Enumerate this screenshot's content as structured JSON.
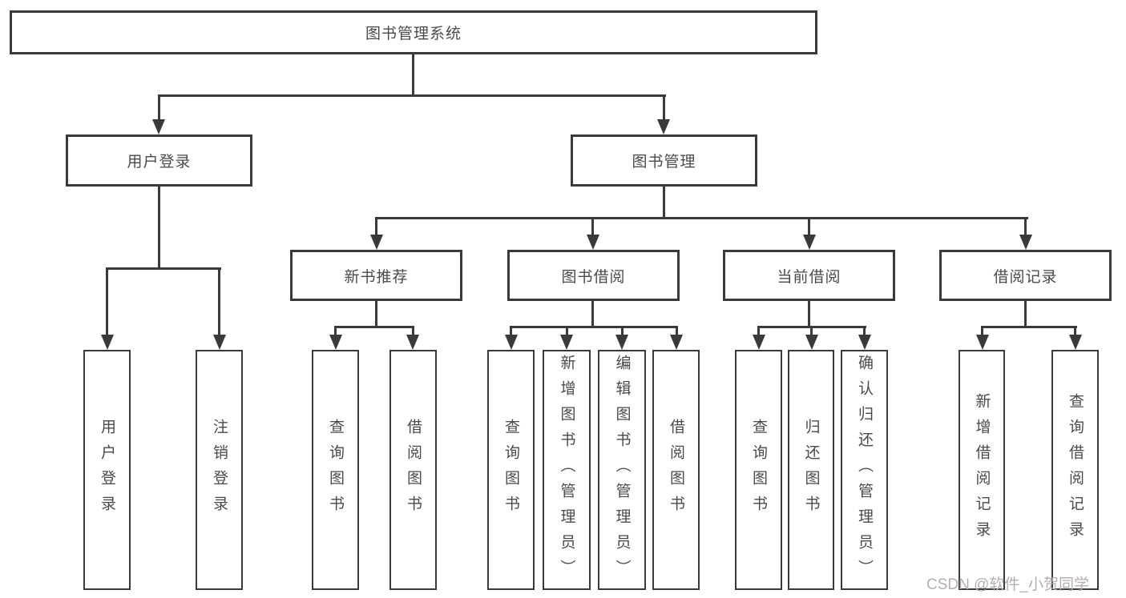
{
  "diagram": {
    "root": {
      "label": "图书管理系统"
    },
    "branches": [
      {
        "label": "用户登录",
        "leaves": [
          {
            "label": "用户登录"
          },
          {
            "label": "注销登录"
          }
        ]
      },
      {
        "label": "图书管理",
        "groups": [
          {
            "label": "新书推荐",
            "leaves": [
              {
                "label": "查询图书"
              },
              {
                "label": "借阅图书"
              }
            ]
          },
          {
            "label": "图书借阅",
            "leaves": [
              {
                "label": "查询图书"
              },
              {
                "label": "新增图书（管理员）"
              },
              {
                "label": "编辑图书（管理员）"
              },
              {
                "label": "借阅图书"
              }
            ]
          },
          {
            "label": "当前借阅",
            "leaves": [
              {
                "label": "查询图书"
              },
              {
                "label": "归还图书"
              },
              {
                "label": "确认归还（管理员）"
              }
            ]
          },
          {
            "label": "借阅记录",
            "leaves": [
              {
                "label": "新增借阅记录"
              },
              {
                "label": "查询借阅记录"
              }
            ]
          }
        ]
      }
    ]
  },
  "watermark": {
    "text": "CSDN @软件_小贺同学"
  },
  "colors": {
    "background": "#ffffff",
    "line": "#3a3a3a",
    "box_border": "#3a3a3a",
    "text": "#4a4a4a",
    "watermark": "#b6aeae"
  }
}
